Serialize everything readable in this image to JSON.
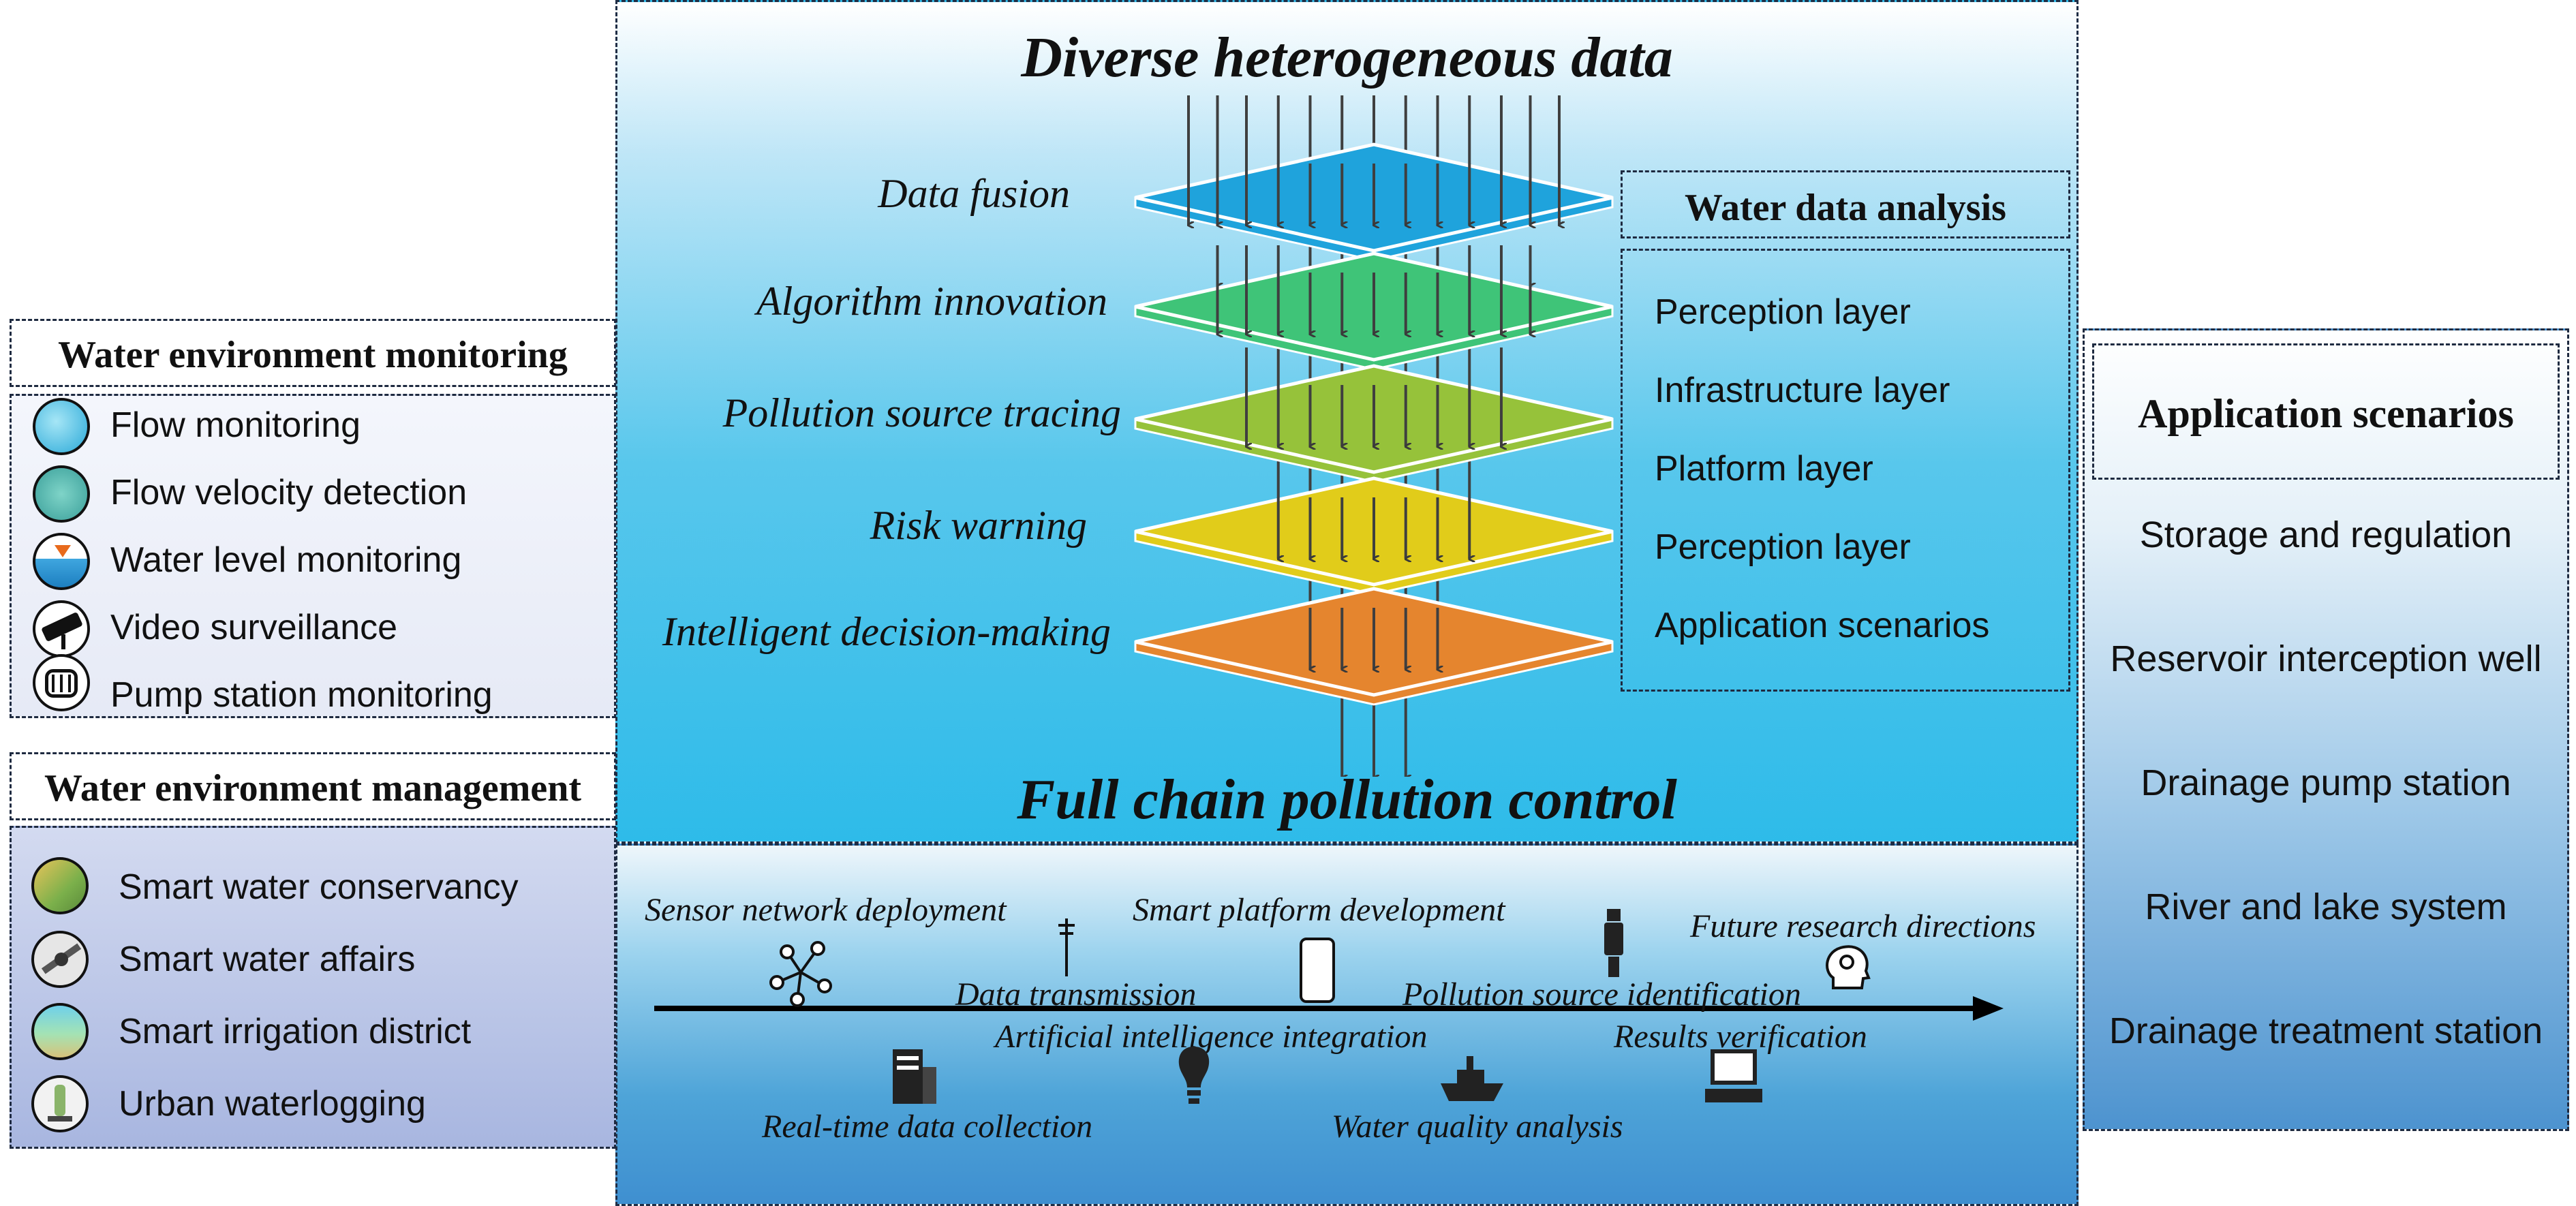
{
  "center": {
    "top_title": "Diverse heterogeneous data",
    "bottom_title": "Full chain pollution control",
    "layers": [
      {
        "label": "Data fusion",
        "color": "#1fa3dc"
      },
      {
        "label": "Algorithm innovation",
        "color": "#3fc478"
      },
      {
        "label": "Pollution source tracing",
        "color": "#96c23a"
      },
      {
        "label": "Risk warning",
        "color": "#e1cc1a"
      },
      {
        "label": "Intelligent decision-making",
        "color": "#e5852e"
      }
    ]
  },
  "analysis": {
    "title": "Water data analysis",
    "items": [
      "Perception layer",
      "Infrastructure layer",
      "Platform layer",
      "Perception layer",
      "Application scenarios"
    ]
  },
  "monitoring": {
    "title": "Water environment monitoring",
    "items": [
      {
        "label": "Flow monitoring",
        "icon": "water-surface-icon"
      },
      {
        "label": "Flow velocity detection",
        "icon": "water-texture-icon"
      },
      {
        "label": "Water level monitoring",
        "icon": "water-level-icon"
      },
      {
        "label": "Video surveillance",
        "icon": "camera-icon"
      },
      {
        "label": "Pump station monitoring",
        "icon": "pump-icon"
      }
    ]
  },
  "management": {
    "title": "Water environment management",
    "items": [
      {
        "label": "Smart water conservancy",
        "icon": "terrain-icon"
      },
      {
        "label": "Smart water affairs",
        "icon": "satellite-icon"
      },
      {
        "label": "Smart irrigation district",
        "icon": "farmland-icon"
      },
      {
        "label": "Urban waterlogging",
        "icon": "rain-gauge-icon"
      }
    ]
  },
  "application": {
    "title": "Application scenarios",
    "items": [
      "Storage and regulation",
      "Reservoir interception well",
      "Drainage pump station",
      "River and lake system",
      "Drainage treatment station"
    ]
  },
  "timeline": {
    "above": [
      "Sensor network deployment",
      "Smart platform development",
      "Future research directions"
    ],
    "middle": [
      "Data transmission",
      "Pollution source identification",
      "Artificial intelligence integration",
      "Results verification"
    ],
    "below": [
      "Real-time data collection",
      "Water quality analysis"
    ]
  }
}
